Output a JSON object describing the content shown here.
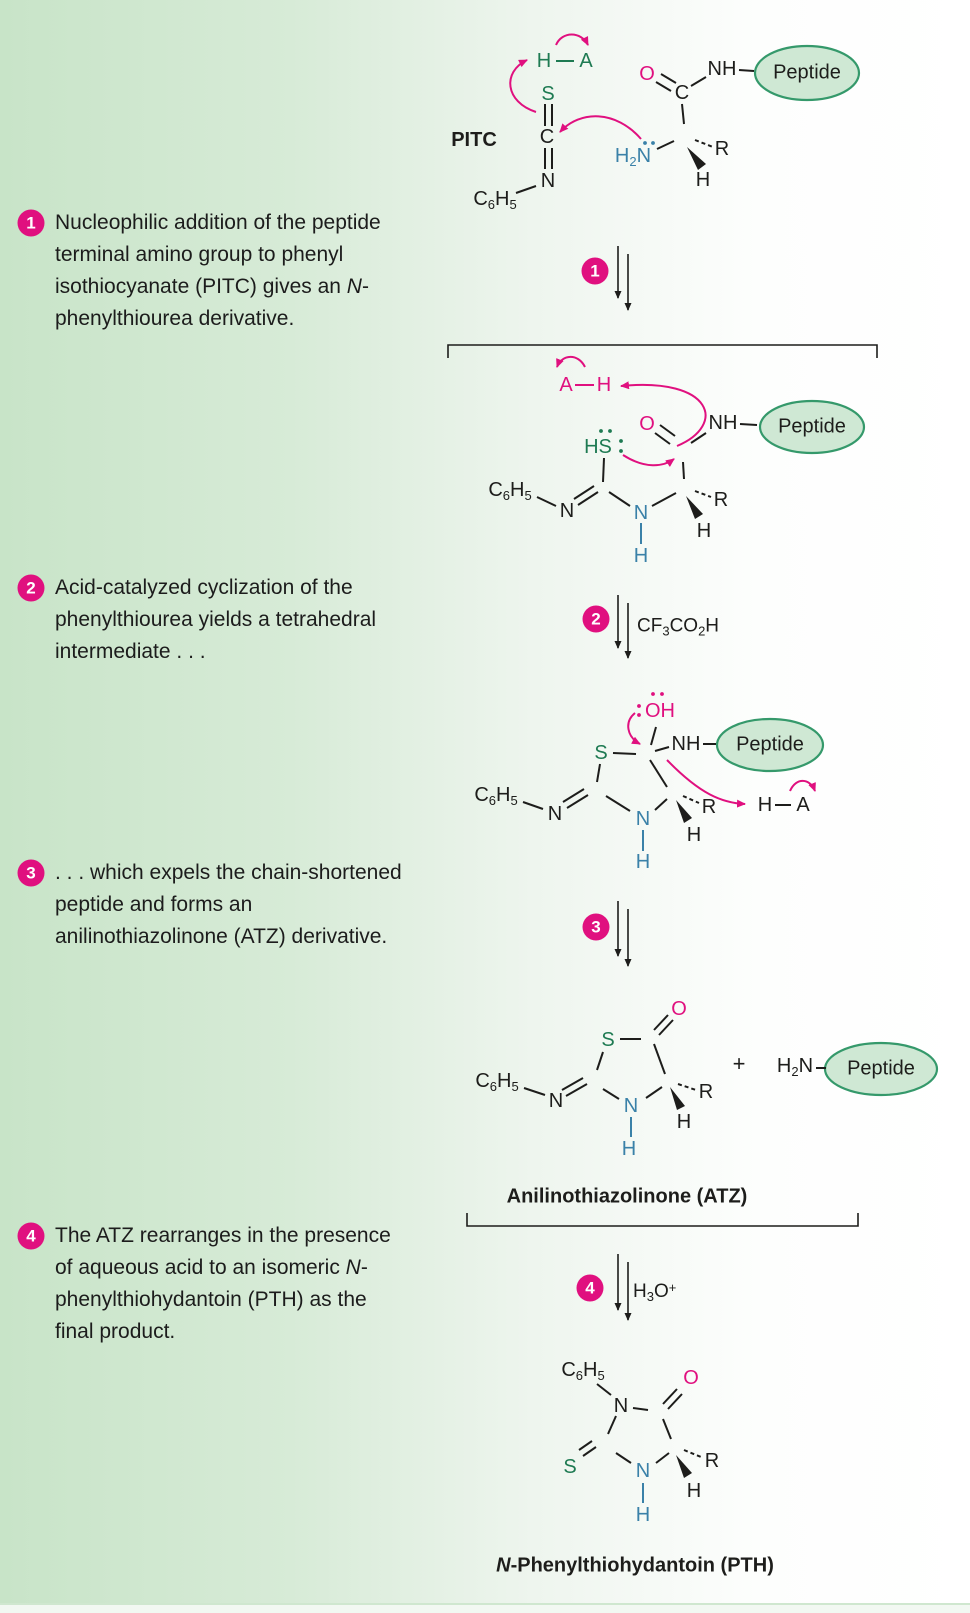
{
  "palette": {
    "pink": "#e0107f",
    "green": "#1e7a52",
    "blue": "#3a81a8",
    "black": "#1d1d1b",
    "oval_fill": "#cfe8d4",
    "oval_stroke": "#35996b",
    "bg_left": "#c8e4c8"
  },
  "steps": [
    {
      "num": "1",
      "segments": [
        {
          "t": "Nucleophilic addition of the peptide terminal amino group to phenyl isothiocyanate (PITC) gives an "
        },
        {
          "t": "N",
          "i": true
        },
        {
          "t": "-phenylthiourea derivative."
        }
      ]
    },
    {
      "num": "2",
      "segments": [
        {
          "t": "Acid-catalyzed cyclization of the phenylthiourea yields a tetrahedral intermediate . . ."
        }
      ]
    },
    {
      "num": "3",
      "segments": [
        {
          "t": ". . .  which expels the chain-shortened peptide and forms an anilinothiazolinone (ATZ) derivative."
        }
      ]
    },
    {
      "num": "4",
      "segments": [
        {
          "t": "The ATZ rearranges in the presence of aqueous acid to an isomeric "
        },
        {
          "t": "N",
          "i": true
        },
        {
          "t": "-phenylthiohydantoin (PTH) as the final product."
        }
      ]
    }
  ],
  "arrow_steps": [
    {
      "num": "1",
      "reagent": ""
    },
    {
      "num": "2",
      "reagent": "CF3CO2H"
    },
    {
      "num": "3",
      "reagent": ""
    },
    {
      "num": "4",
      "reagent": "H3O+"
    }
  ],
  "structures": {
    "s1": {
      "pitc": "PITC",
      "s": "S",
      "c": "C",
      "n": "N",
      "c6h5": "C6H5",
      "h": "H",
      "a": "A",
      "o": "O",
      "cc": "C",
      "nh": "NH",
      "peptide": "Peptide",
      "h2n": "H2N",
      "r": "R",
      "hw": "H"
    },
    "s2": {
      "a": "A",
      "h": "H",
      "o": "O",
      "nh": "NH",
      "peptide": "Peptide",
      "hs": "HS",
      "c6h5": "C6H5",
      "n": "N",
      "n_ring": "N",
      "h_ring": "H",
      "r": "R",
      "hw": "H"
    },
    "s3": {
      "oh": "OH",
      "nh": "NH",
      "peptide": "Peptide",
      "s": "S",
      "c6h5": "C6H5",
      "n": "N",
      "n_ring": "N",
      "h_ring": "H",
      "r": "R",
      "hw": "H",
      "h": "H",
      "a": "A"
    },
    "s4": {
      "o": "O",
      "s": "S",
      "c6h5": "C6H5",
      "n": "N",
      "n_ring": "N",
      "h_ring": "H",
      "r": "R",
      "hw": "H",
      "plus": "+",
      "h2n": "H2N",
      "peptide": "Peptide",
      "label": "Anilinothiazolinone (ATZ)"
    },
    "s5": {
      "c6h5": "C6H5",
      "n": "N",
      "o": "O",
      "s": "S",
      "n_ring": "N",
      "h_ring": "H",
      "r": "R",
      "hw": "H",
      "label_n": "N",
      "label_rest": "-Phenylthiohydantoin (PTH)"
    }
  }
}
